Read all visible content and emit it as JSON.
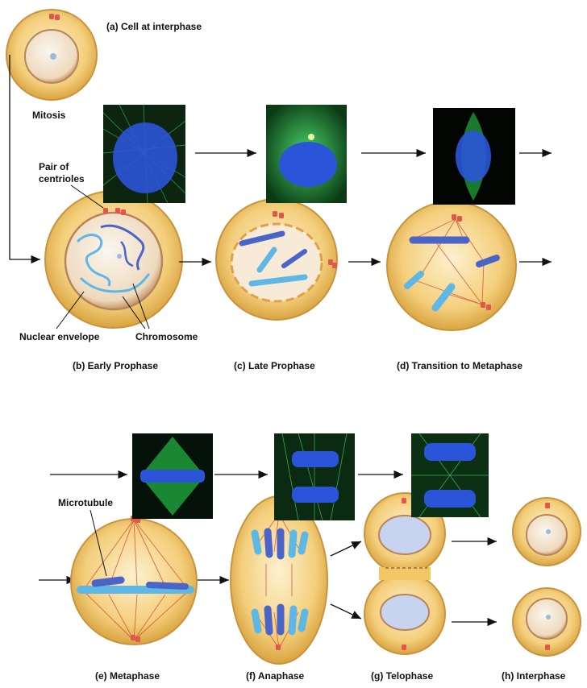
{
  "labels": {
    "a": "(a) Cell at interphase",
    "mitosis": "Mitosis",
    "centrioles": "Pair of\ncentrioles",
    "nuclear_envelope": "Nuclear envelope",
    "chromosome": "Chromosome",
    "b": "(b) Early Prophase",
    "c": "(c) Late Prophase",
    "d": "(d) Transition to Metaphase",
    "microtubule": "Microtubule",
    "e": "(e) Metaphase",
    "f": "(f) Anaphase",
    "g": "(g) Telophase",
    "h": "(h) Interphase"
  },
  "colors": {
    "cell_fill": "#f2c766",
    "cell_rim": "#d9a441",
    "nucleus": "#f7ecd9",
    "chromosome_dark": "#4a64c8",
    "chromosome_light": "#5fb7e6",
    "centriole": "#e2574c",
    "spindle": "#d24a3a",
    "micro_green": "#2fc24a",
    "micro_blue": "#2d5fe0"
  }
}
